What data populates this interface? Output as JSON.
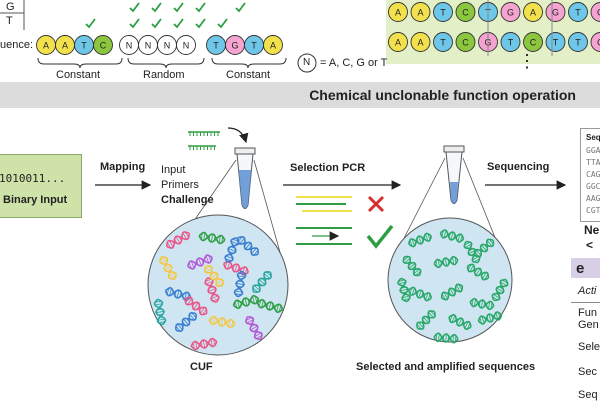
{
  "top_left": {
    "row_labels": [
      "G",
      "T"
    ],
    "sequence_label": "uence:",
    "constant_left": [
      "A",
      "A",
      "T",
      "C"
    ],
    "random": [
      "N",
      "N",
      "N",
      "N"
    ],
    "constant_right": [
      "T",
      "G",
      "T",
      "A"
    ],
    "segment_labels": [
      "Constant",
      "Random",
      "Constant"
    ],
    "legend_symbol": "N",
    "legend_text": "= A, C, G or T"
  },
  "top_right": {
    "row1": [
      "A",
      "A",
      "T",
      "C",
      "T",
      "G",
      "A",
      "G",
      "T",
      "G"
    ],
    "row2": [
      "A",
      "A",
      "T",
      "C",
      "G",
      "T",
      "C",
      "T",
      "T",
      "G"
    ],
    "more": "⋮"
  },
  "nucleotide_colors": {
    "A": "#f2e14c",
    "T": "#6ec6e8",
    "C": "#8cc63f",
    "G": "#f5a3d0",
    "N": "#ffffff"
  },
  "banner_title": "Chemical unclonable function operation",
  "binary_input": {
    "value": "1010011...",
    "label": "Binary Input"
  },
  "mapping_label": "Mapping",
  "input_label": "Input",
  "primers_label": "Primers",
  "challenge_label": "Challenge",
  "cuf_label": "CUF",
  "selection_label": "Selection PCR",
  "sequencing_label": "Sequencing",
  "selected_label": "Selected and amplified sequences",
  "seq_box": {
    "header": "Seq",
    "lines": [
      "GGA",
      "TTA",
      "CAG",
      "GGC",
      "AAG",
      "CGT"
    ]
  },
  "right_edge_text": [
    "Ne",
    "<"
  ],
  "panel_e": {
    "letter": "e",
    "header": "Acti",
    "rows": [
      "Fun",
      "Gen",
      "Sele",
      "Sec",
      "Seq"
    ]
  },
  "colors": {
    "check": "#2e9e44",
    "cross": "#d32f2f",
    "tube": "#5a8fd0",
    "circle": "#cfe6f2"
  }
}
